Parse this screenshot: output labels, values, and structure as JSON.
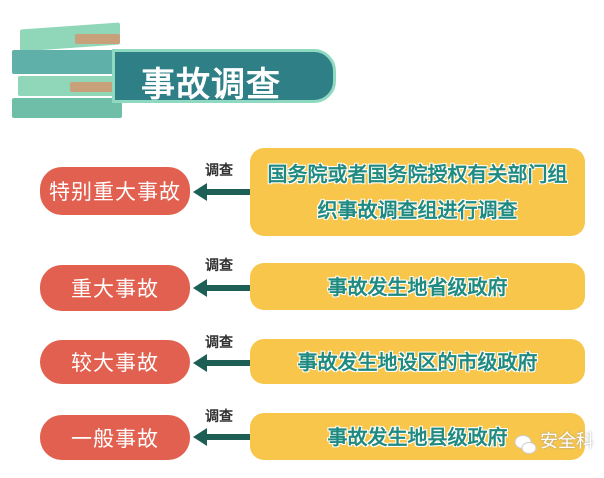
{
  "title": "事故调查",
  "arrow_label": "调查",
  "rows": [
    {
      "level": "特别重大事故",
      "authority": "国务院或者国务院授权有关部门组织事故调查组进行调查"
    },
    {
      "level": "重大事故",
      "authority": "事故发生地省级政府"
    },
    {
      "level": "较大事故",
      "authority": "事故发生地设区的市级政府"
    },
    {
      "level": "一般事故",
      "authority": "事故发生地县级政府"
    }
  ],
  "watermark": "安全科",
  "colors": {
    "red": "#e2604f",
    "yellow": "#f8c64a",
    "teal": "#2f7f86",
    "arrow": "#1d5e55"
  }
}
